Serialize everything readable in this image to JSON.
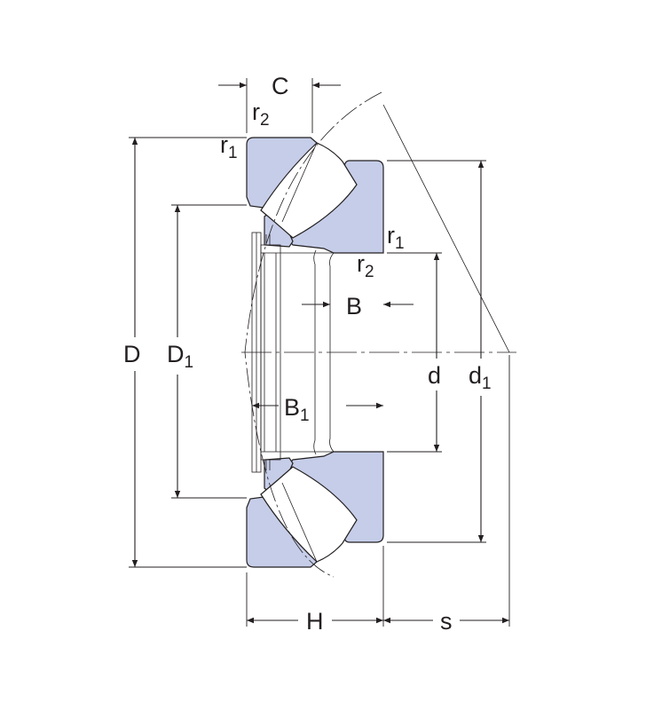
{
  "colors": {
    "fill": "#c5cde8",
    "line": "#231f20",
    "background": "#ffffff"
  },
  "labels": {
    "C": "C",
    "r2_top": {
      "main": "r",
      "sub": "2"
    },
    "r1_top": {
      "main": "r",
      "sub": "1"
    },
    "r1_mid": {
      "main": "r",
      "sub": "1"
    },
    "r2_mid": {
      "main": "r",
      "sub": "2"
    },
    "B": "B",
    "D": "D",
    "D1": {
      "main": "D",
      "sub": "1"
    },
    "d": "d",
    "d1": {
      "main": "d",
      "sub": "1"
    },
    "B1": {
      "main": "B",
      "sub": "1"
    },
    "H": "H",
    "s": "s"
  }
}
